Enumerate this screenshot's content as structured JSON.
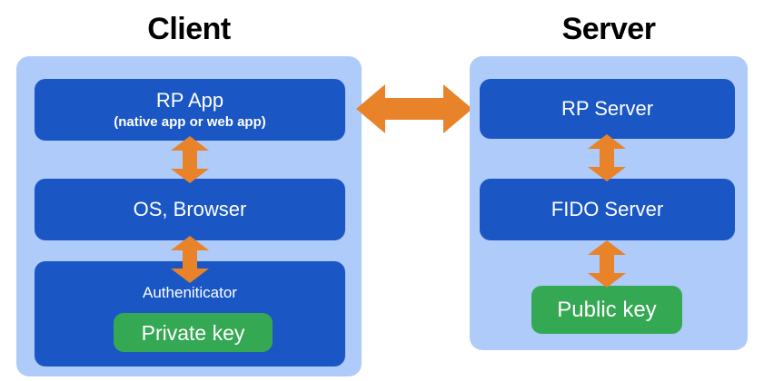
{
  "diagram": {
    "type": "architecture-flow",
    "colors": {
      "panel_bg": "#AECBFA",
      "box_bg": "#1A56C4",
      "key_bg": "#34A853",
      "arrow": "#E8832A",
      "title_text": "#000000",
      "box_text": "#FFFFFF",
      "page_bg": "#FFFFFF"
    },
    "client": {
      "title": "Client",
      "boxes": [
        {
          "label": "RP App",
          "sublabel": "(native app or web app)"
        },
        {
          "label": "OS, Browser",
          "sublabel": ""
        },
        {
          "label": "Autheniticator",
          "sublabel": ""
        }
      ],
      "key": {
        "label": "Private key"
      }
    },
    "server": {
      "title": "Server",
      "boxes": [
        {
          "label": "RP Server",
          "sublabel": ""
        },
        {
          "label": "FIDO Server",
          "sublabel": ""
        }
      ],
      "key": {
        "label": "Public key"
      }
    },
    "connections": [
      {
        "name": "client-server-link",
        "from": "RP App",
        "to": "RP Server",
        "direction": "bidirectional",
        "orientation": "horizontal"
      },
      {
        "name": "rpapp-osbrowser-link",
        "from": "RP App",
        "to": "OS, Browser",
        "direction": "bidirectional",
        "orientation": "vertical"
      },
      {
        "name": "osbrowser-authenticator-link",
        "from": "OS, Browser",
        "to": "Autheniticator",
        "direction": "bidirectional",
        "orientation": "vertical"
      },
      {
        "name": "rpserver-fidoserver-link",
        "from": "RP Server",
        "to": "FIDO Server",
        "direction": "bidirectional",
        "orientation": "vertical"
      },
      {
        "name": "fidoserver-publickey-link",
        "from": "FIDO Server",
        "to": "Public key",
        "direction": "bidirectional",
        "orientation": "vertical"
      }
    ]
  }
}
